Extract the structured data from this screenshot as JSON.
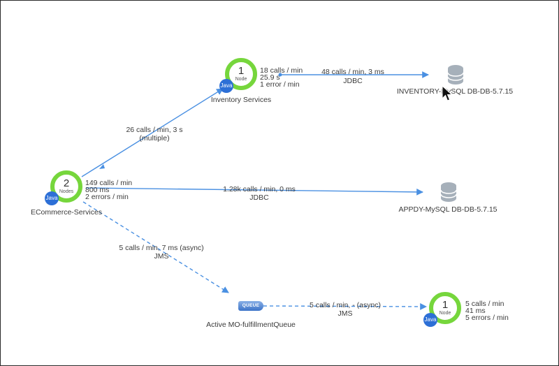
{
  "nodes": {
    "inventory": {
      "count": "1",
      "unit": "Node",
      "lang": "Java",
      "name": "Inventory Services",
      "stats": [
        "18 calls / min",
        "25.9 s",
        "1 error / min"
      ]
    },
    "ecommerce": {
      "count": "2",
      "unit": "Nodes",
      "lang": "Java",
      "name": "ECommerce-Services",
      "stats": [
        "149 calls / min",
        "800 ms",
        "2 errors / min"
      ]
    },
    "fulfillment": {
      "count": "1",
      "unit": "Node",
      "lang": "Java",
      "stats": [
        "5 calls / min",
        "41 ms",
        "5 errors / min"
      ]
    }
  },
  "databases": {
    "inventory_db": {
      "name": "INVENTORY-MySQL DB-DB-5.7.15"
    },
    "appdy_db": {
      "name": "APPDY-MySQL DB-DB-5.7.15"
    }
  },
  "queue": {
    "icon_text": "QUEUE",
    "name": "Active MO-fulfillmentQueue"
  },
  "edges": {
    "ecom_to_inventory": {
      "line1": "26 calls / min, 3 s",
      "line2": "(multiple)"
    },
    "inventory_to_db": {
      "line1": "48 calls / min, 3 ms",
      "line2": "JDBC"
    },
    "ecom_to_appdy": {
      "line1": "1.28k calls / min, 0 ms",
      "line2": "JDBC"
    },
    "ecom_to_queue": {
      "line1": "5 calls / min, 7 ms (async)",
      "line2": "JMS"
    },
    "queue_to_fulfillment": {
      "line1": "5 calls / min, - (async)",
      "line2": "JMS"
    }
  },
  "colors": {
    "edge": "#4a90e2",
    "node_ring": "#76d63c",
    "java_badge": "#2d6fd6",
    "db_icon": "#a6b0ba"
  }
}
